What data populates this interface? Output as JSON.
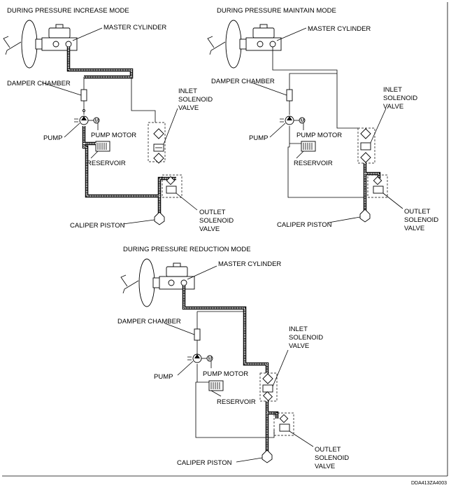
{
  "panels": {
    "increase": {
      "title": "DURING PRESSURE INCREASE MODE",
      "master_cylinder": "MASTER CYLINDER",
      "damper_chamber": "DAMPER CHAMBER",
      "inlet_valve": [
        "INLET",
        "SOLENOID",
        "VALVE"
      ],
      "pump": "PUMP",
      "pump_motor": "PUMP MOTOR",
      "reservoir": "RESERVOIR",
      "outlet_valve": [
        "OUTLET",
        "SOLENOID",
        "VALVE"
      ],
      "caliper_piston": "CALIPER PISTON"
    },
    "maintain": {
      "title": "DURING PRESSURE MAINTAIN MODE",
      "master_cylinder": "MASTER CYLINDER",
      "damper_chamber": "DAMPER CHAMBER",
      "inlet_valve": [
        "INLET",
        "SOLENOID",
        "VALVE"
      ],
      "pump": "PUMP",
      "pump_motor": "PUMP MOTOR",
      "reservoir": "RESERVOIR",
      "outlet_valve": [
        "OUTLET",
        "SOLENOID",
        "VALVE"
      ],
      "caliper_piston": "CALIPER PISTON"
    },
    "reduction": {
      "title": "DURING PRESSURE REDUCTION MODE",
      "master_cylinder": "MASTER CYLINDER",
      "damper_chamber": "DAMPER CHAMBER",
      "inlet_valve": [
        "INLET",
        "SOLENOID",
        "VALVE"
      ],
      "pump": "PUMP",
      "pump_motor": "PUMP MOTOR",
      "reservoir": "RESERVOIR",
      "outlet_valve": [
        "OUTLET",
        "SOLENOID",
        "VALVE"
      ],
      "caliper_piston": "CALIPER PISTON"
    }
  },
  "motor_symbol": "M",
  "figure_code": "DDA413ZA4003"
}
